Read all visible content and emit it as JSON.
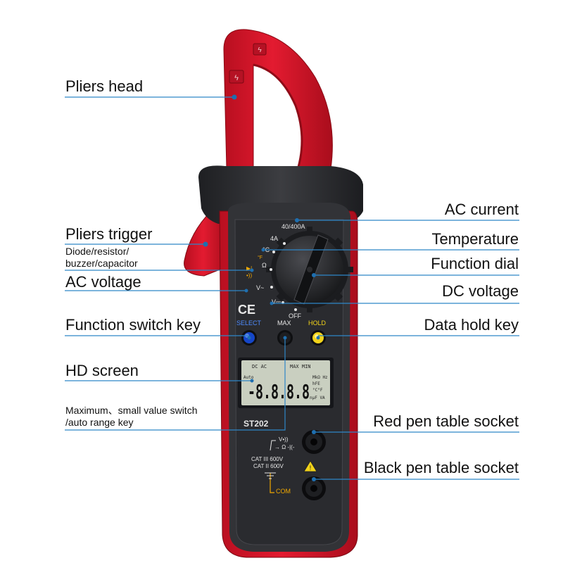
{
  "callouts": {
    "pliers_head": "Pliers head",
    "pliers_trigger": "Pliers trigger",
    "trigger_sub_1": "Diode/resistor/",
    "trigger_sub_2": "buzzer/capacitor",
    "ac_voltage": "AC voltage",
    "function_switch_key": "Function switch key",
    "hd_screen": "HD screen",
    "maxmin_line_1": "Maximum、small value switch",
    "maxmin_line_2": "/auto range key",
    "ac_current": "AC current",
    "temperature": "Temperature",
    "function_dial": "Function dial",
    "dc_voltage": "DC voltage",
    "data_hold_key": "Data hold key",
    "red_pen_socket": "Red pen table socket",
    "black_pen_socket": "Black pen table socket"
  },
  "device": {
    "model": "ST202",
    "ce_mark": "CE",
    "select_label": "SELECT",
    "max_label": "MAX",
    "hold_label": "HOLD",
    "dial": {
      "range_400a": "40/400A",
      "range_4a": "4A",
      "temp": "°C",
      "temp_f": "°F",
      "ohm": "Ω",
      "v_ac": "V~",
      "v_dc": "V⎓",
      "off": "OFF"
    },
    "lcd": {
      "top_row": "DC AC",
      "maxmin": "MAX MIN",
      "auto": "Auto",
      "digits": "-8.8.8.8",
      "units_1": "MkΩ Hz",
      "units_2": "hFE",
      "units_3": "°C°F",
      "units_4": "nμF VA"
    },
    "sockets": {
      "v_label": "V•))",
      "v_symbols": "→ Ω -|(-",
      "cat3": "CAT III 600V",
      "cat2": "CAT II 600V",
      "com": "COM"
    }
  },
  "colors": {
    "body_red": "#d7162a",
    "body_dark": "#2b2b2e",
    "panel_gray": "#3a3b3f",
    "select_blue": "#1546c8",
    "hold_yellow": "#f2d31a",
    "lcd_green": "#c9cfc0",
    "leader_blue": "#2e86c8"
  }
}
